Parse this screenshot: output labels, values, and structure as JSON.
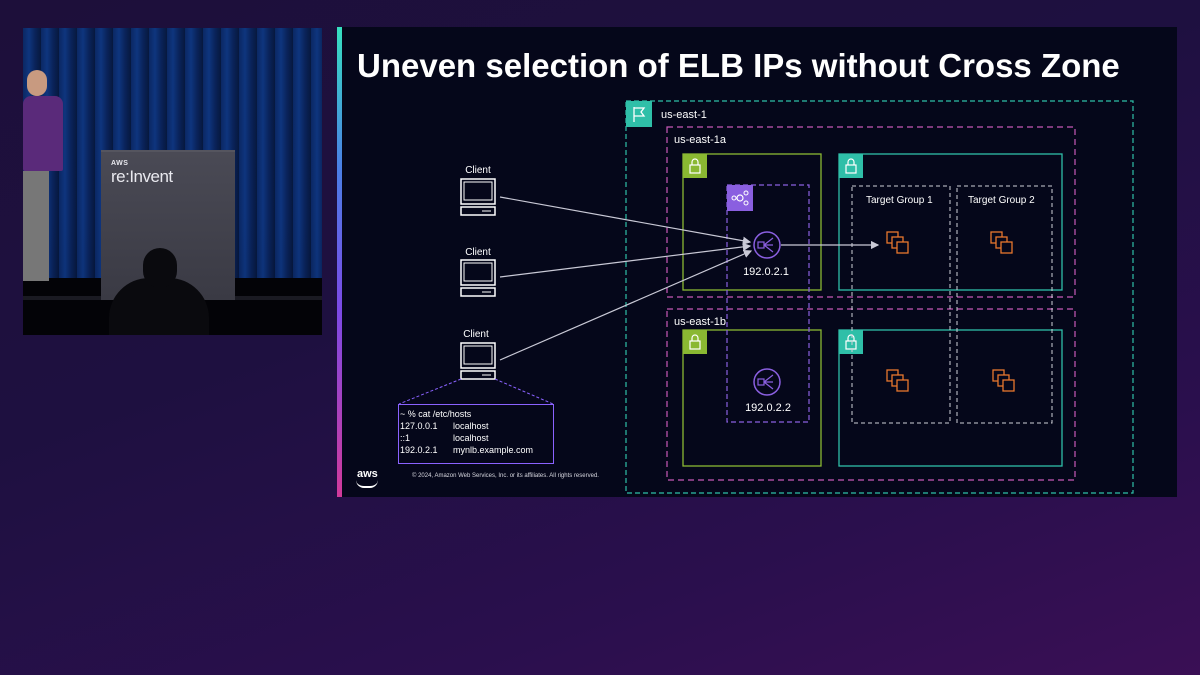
{
  "camera": {
    "podium_aws": "AWS",
    "podium_brand": "re:Invent"
  },
  "slide": {
    "title": "Uneven selection of ELB IPs without Cross Zone",
    "region": "us-east-1",
    "az_a": "us-east-1a",
    "az_b": "us-east-1b",
    "clients": [
      "Client",
      "Client",
      "Client"
    ],
    "lb_ips": [
      "192.0.2.1",
      "192.0.2.2"
    ],
    "target_groups": [
      "Target  Group 1",
      "Target  Group 2"
    ],
    "hosts_file": {
      "command": "~ % cat /etc/hosts",
      "rows": [
        {
          "ip": "127.0.0.1",
          "name": "localhost"
        },
        {
          "ip": "::1",
          "name": "localhost"
        },
        {
          "ip": "192.0.2.1",
          "name": "mynlb.example.com"
        }
      ]
    },
    "copyright": "© 2024, Amazon Web Services, Inc. or its affiliates. All rights reserved.",
    "aws_logo": "aws"
  },
  "colors": {
    "teal": "#2fbfa8",
    "pink_dashed": "#c85ab8",
    "lime": "#8ab832",
    "purple": "#8a5fe0",
    "orange": "#e8772e",
    "arrow": "#c9c9d6"
  }
}
